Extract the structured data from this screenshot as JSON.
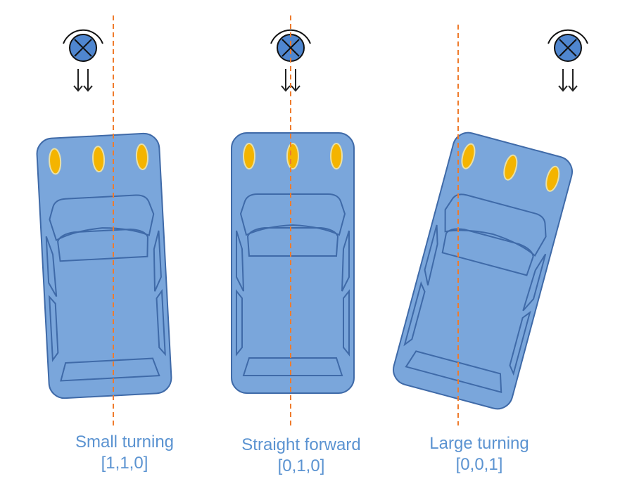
{
  "colors": {
    "car_fill": "#7aa6db",
    "car_stroke": "#3f6aa8",
    "lights": "#f4b400",
    "lights_stroke": "#e8e0a8",
    "guide_line": "#ef7b2c",
    "sensor_fill": "#4f86cf",
    "label_text": "#5b93d1",
    "arrow": "#222222"
  },
  "icons": {
    "sensor": "circle-cross-icon",
    "arrows": "double-down-arrow-icon"
  },
  "scenarios": [
    {
      "caption": "Small turning",
      "vector": "[1,1,0]",
      "rotation_deg": -3
    },
    {
      "caption": "Straight forward",
      "vector": "[0,1,0]",
      "rotation_deg": 0
    },
    {
      "caption": "Large turning",
      "vector": "[0,0,1]",
      "rotation_deg": 15
    }
  ]
}
